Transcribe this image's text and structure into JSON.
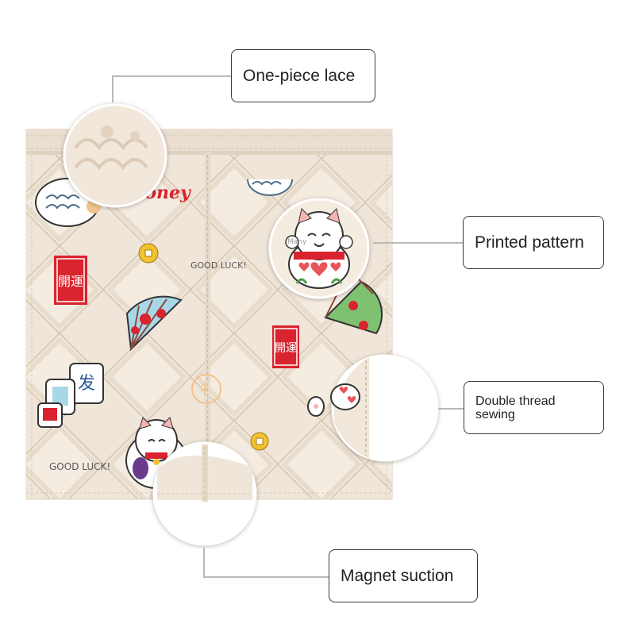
{
  "callouts": {
    "lace": "One-piece lace",
    "pattern": "Printed pattern",
    "sewing_line1": "Double thread",
    "sewing_line2": "sewing",
    "magnet": "Magnet suction"
  },
  "print_text": {
    "money": "Money",
    "good_luck": "GOOD LUCK!",
    "lucky_tag": "Many",
    "seal": "開運",
    "coin": "好",
    "mahjong": "发"
  },
  "colors": {
    "curtain": "#efe5d8",
    "diamond_line": "#d9cbb8",
    "accent_red": "#d9232e",
    "callout_border": "#3a3a3a",
    "leader_line": "#b9b9b9"
  }
}
